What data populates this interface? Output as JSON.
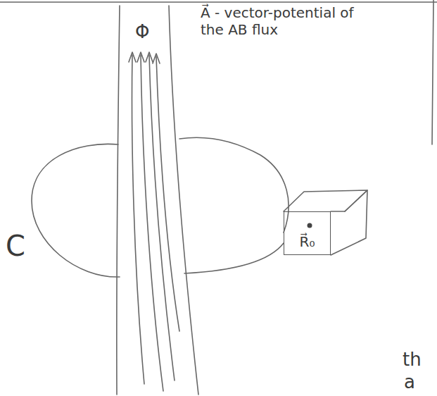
{
  "diagram": {
    "nodes": [
      {
        "text": [
          "R⃗₀"
        ]
      }
    ],
    "labels": [
      "Φ",
      "A⃗ - vector-potential of the AB flux",
      "C",
      "th",
      "a"
    ]
  }
}
